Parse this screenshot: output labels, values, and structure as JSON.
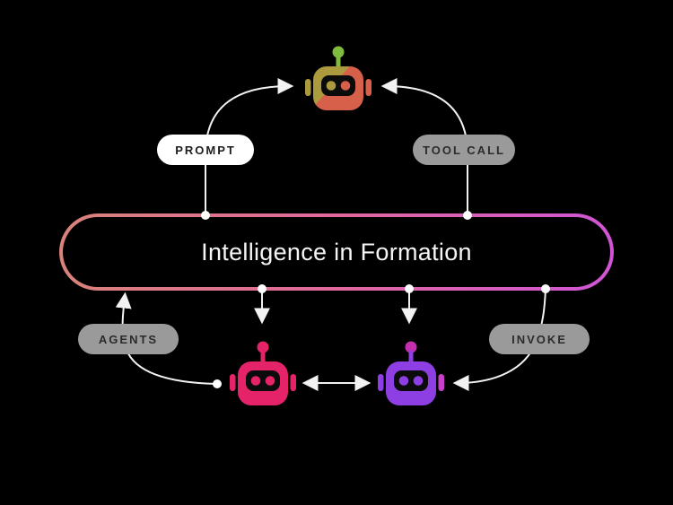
{
  "diagram": {
    "background": "#000000",
    "line_color": "#f2f2f2",
    "dot_color": "#ffffff",
    "center_box": {
      "title": "Intelligence in Formation",
      "text_color": "#f5f5f7",
      "border_gradient": [
        "#d9837b",
        "#e0689c",
        "#cf55d6"
      ]
    },
    "badges": [
      {
        "id": "prompt",
        "label": "PROMPT",
        "variant": "white"
      },
      {
        "id": "tool-call",
        "label": "TOOL CALL",
        "variant": "gray"
      },
      {
        "id": "agents",
        "label": "AGENTS",
        "variant": "gray"
      },
      {
        "id": "invoke",
        "label": "INVOKE",
        "variant": "gray"
      }
    ],
    "badge_colors": {
      "white_bg": "#ffffff",
      "white_text": "#1d1d1f",
      "gray_bg": "#9a9a9a",
      "gray_text": "#2b2b2b"
    },
    "robots": {
      "top": {
        "name": "model-robot",
        "antenna_ball": "#7fbb3f",
        "antenna_stem": "#7fbb3f",
        "head": [
          "#ab9a3e",
          "#d7604b"
        ],
        "ear_left": "#ab9a3e",
        "ear_right": "#d7604b",
        "eye_left": "#ab9a3e",
        "eye_right": "#d7604b",
        "face": "#0b0b0b"
      },
      "bottom_left": {
        "name": "agent-robot",
        "antenna_ball": "#e42368",
        "antenna_stem": "#e42368",
        "head": [
          "#e42368"
        ],
        "ear_left": "#e42368",
        "ear_right": "#e42368",
        "eye_left": "#e42368",
        "eye_right": "#e42368",
        "face": "#0b0b0b"
      },
      "bottom_right": {
        "name": "tool-robot",
        "antenna_ball": "#c42fae",
        "antenna_stem": "#8e3fe3",
        "head": [
          "#8e3fe3"
        ],
        "ear_left": "#8e3fe3",
        "ear_right": "#cb3ecb",
        "eye_left": "#8e3fe3",
        "eye_right": "#8e3fe3",
        "face": "#0b0b0b"
      }
    }
  }
}
